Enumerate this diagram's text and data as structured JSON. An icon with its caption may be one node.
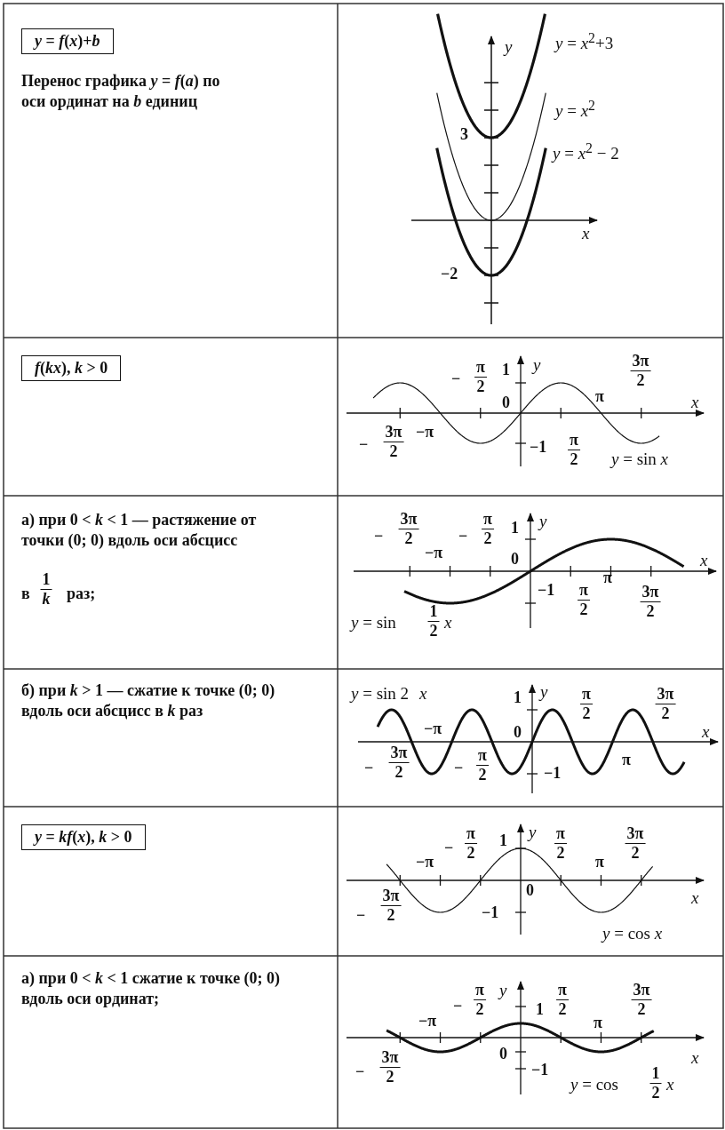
{
  "diagram": {
    "nodes": [
      {
        "text": [
          "*y* = *f*(*x*)+*b*"
        ]
      },
      {
        "text": [
          "*f*(*kx*), *k* > 0"
        ]
      },
      {
        "text": [
          "*y* = *kf*(*x*), *k* > 0"
        ]
      }
    ],
    "labels": [
      "Перенос графика *y* = *f*(*a*) по оси ординат на *b* единиц",
      "y",
      "*y* = *x*$^{2}$+3",
      "*y* = *x*$^{2}$",
      "3",
      "*y* = *x*$^{2}$ − 2",
      "x",
      "−2",
      "−",
      "π 2",
      "1",
      "y",
      "3π 2",
      "0",
      "π",
      "x",
      "−",
      "3π 2",
      "−π",
      "−1",
      "π 2",
      "*y* = sin *x*",
      "а) при 0 < *k* < 1 — растяжение от точки (0; 0) вдоль оси абсцисс",
      "в",
      "1 *k*",
      "раз;",
      "−",
      "3π 2",
      "−",
      "π 2",
      "1",
      "y",
      "−π",
      "0",
      "x",
      "−1",
      "π 2",
      "π",
      "3π 2",
      "*y* = sin",
      "1 2",
      "x",
      "б) при *k* > 1 — сжатие к точке (0; 0) вдоль оси абсцисс в *k* раз",
      "*y* = sin 2",
      "x",
      "1",
      "y",
      "π 2",
      "3π 2",
      "−π",
      "0",
      "x",
      "−",
      "3π 2",
      "−",
      "π 2",
      "−1",
      "π",
      "−",
      "π 2",
      "1",
      "y",
      "π 2",
      "3π 2",
      "−π",
      "π",
      "0",
      "x",
      "−",
      "3π 2",
      "−1",
      "*y* = cos *x*",
      "а) при 0 < *k* < 1 сжатие к точке (0; 0) вдоль оси ординат;",
      "y",
      "−",
      "π 2",
      "1",
      "π 2",
      "3π 2",
      "−π",
      "π",
      "0",
      "x",
      "−1",
      "−",
      "3π 2",
      "*y* = cos",
      "1 2",
      "x"
    ]
  }
}
